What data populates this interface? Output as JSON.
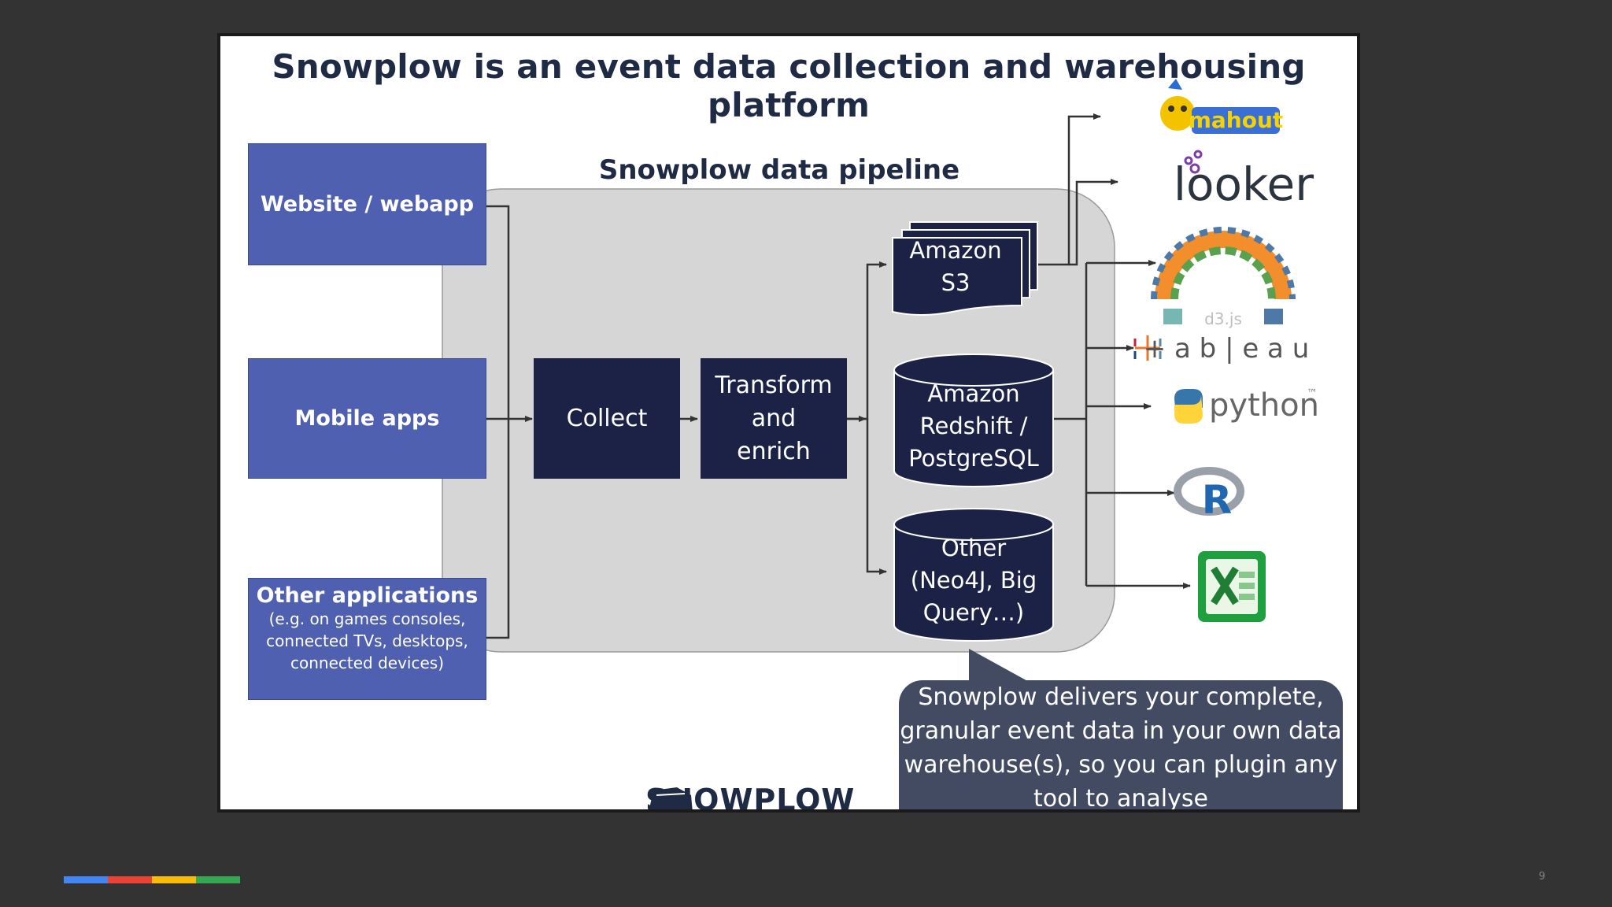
{
  "slide": {
    "title": "Snowplow is an event data collection and warehousing platform",
    "pipeline_title": "Snowplow data pipeline"
  },
  "sources": {
    "website": "Website / webapp",
    "mobile": "Mobile apps",
    "other_title": "Other applications",
    "other_sub": "(e.g. on games consoles, connected TVs, desktops, connected devices)"
  },
  "steps": {
    "collect": "Collect",
    "transform": "Transform and enrich"
  },
  "stores": {
    "s3": "Amazon S3",
    "redshift": "Amazon Redshift / PostgreSQL",
    "other": "Other (Neo4J, Big Query…)"
  },
  "tools": {
    "mahout": "mahout",
    "looker": "looker",
    "d3": "d3.js",
    "tableau": "+ a b | e a u",
    "python": "python",
    "python_tm": "™",
    "r": "R"
  },
  "callout": "Snowplow delivers your complete, granular event data in your own data warehouse(s), so you can plugin any tool to analyse",
  "logo_text": "SNOWPLOW",
  "footer": {
    "page_number": "9",
    "colors": [
      "#4285f4",
      "#ea4335",
      "#fbbc05",
      "#34a853"
    ]
  },
  "colors": {
    "source_box": "#5060b0",
    "dark_box": "#1b2245",
    "pipeline_bg": "#d6d6d6",
    "callout_bg": "#434b62",
    "title_text": "#1f2a44"
  }
}
